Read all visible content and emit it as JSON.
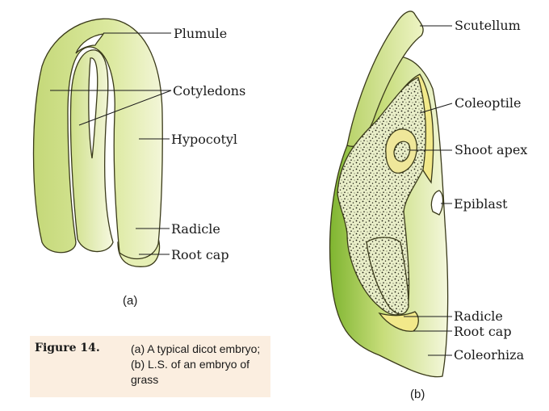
{
  "figure_a": {
    "labels": {
      "plumule": "Plumule",
      "cotyledons": "Cotyledons",
      "hypocotyl": "Hypocotyl",
      "radicle": "Radicle",
      "root_cap": "Root cap"
    },
    "sublabel": "(a)"
  },
  "figure_b": {
    "labels": {
      "scutellum": "Scutellum",
      "coleoptile": "Coleoptile",
      "shoot_apex": "Shoot apex",
      "epiblast": "Epiblast",
      "radicle": "Radicle",
      "root_cap": "Root cap",
      "coleorhiza": "Coleorhiza"
    },
    "sublabel": "(b)"
  },
  "caption": {
    "title": "Figure 14.",
    "text": "(a) A typical dicot embryo; (b) L.S. of an embryo of grass"
  },
  "colors": {
    "tissue_light": "#e6efb4",
    "tissue_mid": "#c9dc7e",
    "tissue_dark": "#8cbf3a",
    "outline": "#3a3a1a",
    "yellow": "#f4ec8a",
    "caption_bg": "#fbeee0"
  }
}
